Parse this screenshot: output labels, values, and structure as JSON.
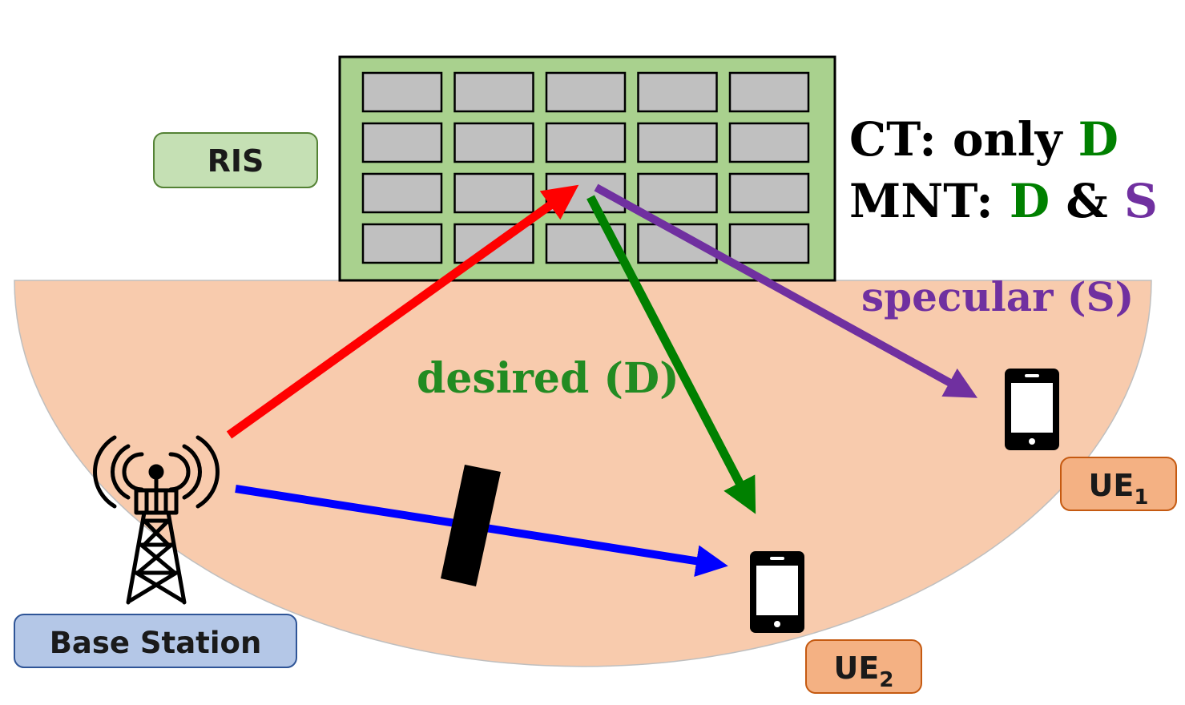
{
  "labels": {
    "ris": "RIS",
    "base_station": "Base Station",
    "ue1_main": "UE",
    "ue1_sub": "1",
    "ue2_main": "UE",
    "ue2_sub": "2",
    "desired": "desired (D)",
    "specular": "specular (S)"
  },
  "legend": {
    "ct_prefix": "CT: only ",
    "ct_d": "D",
    "mnt_prefix": "MNT: ",
    "mnt_d": "D",
    "mnt_amp": " & ",
    "mnt_s": "S"
  },
  "colors": {
    "coverage": "#f8cbad",
    "ris_frame": "#a9d18e",
    "ris_tile": "#c0c0c0",
    "ris_label_bg": "#c5e0b4",
    "ue_label_bg": "#f4b183",
    "bs_label_bg": "#b4c7e7",
    "incident": "#ff0000",
    "desired": "#008000",
    "specular": "#7030a0",
    "direct": "#0000ff",
    "blocker": "#000000"
  }
}
